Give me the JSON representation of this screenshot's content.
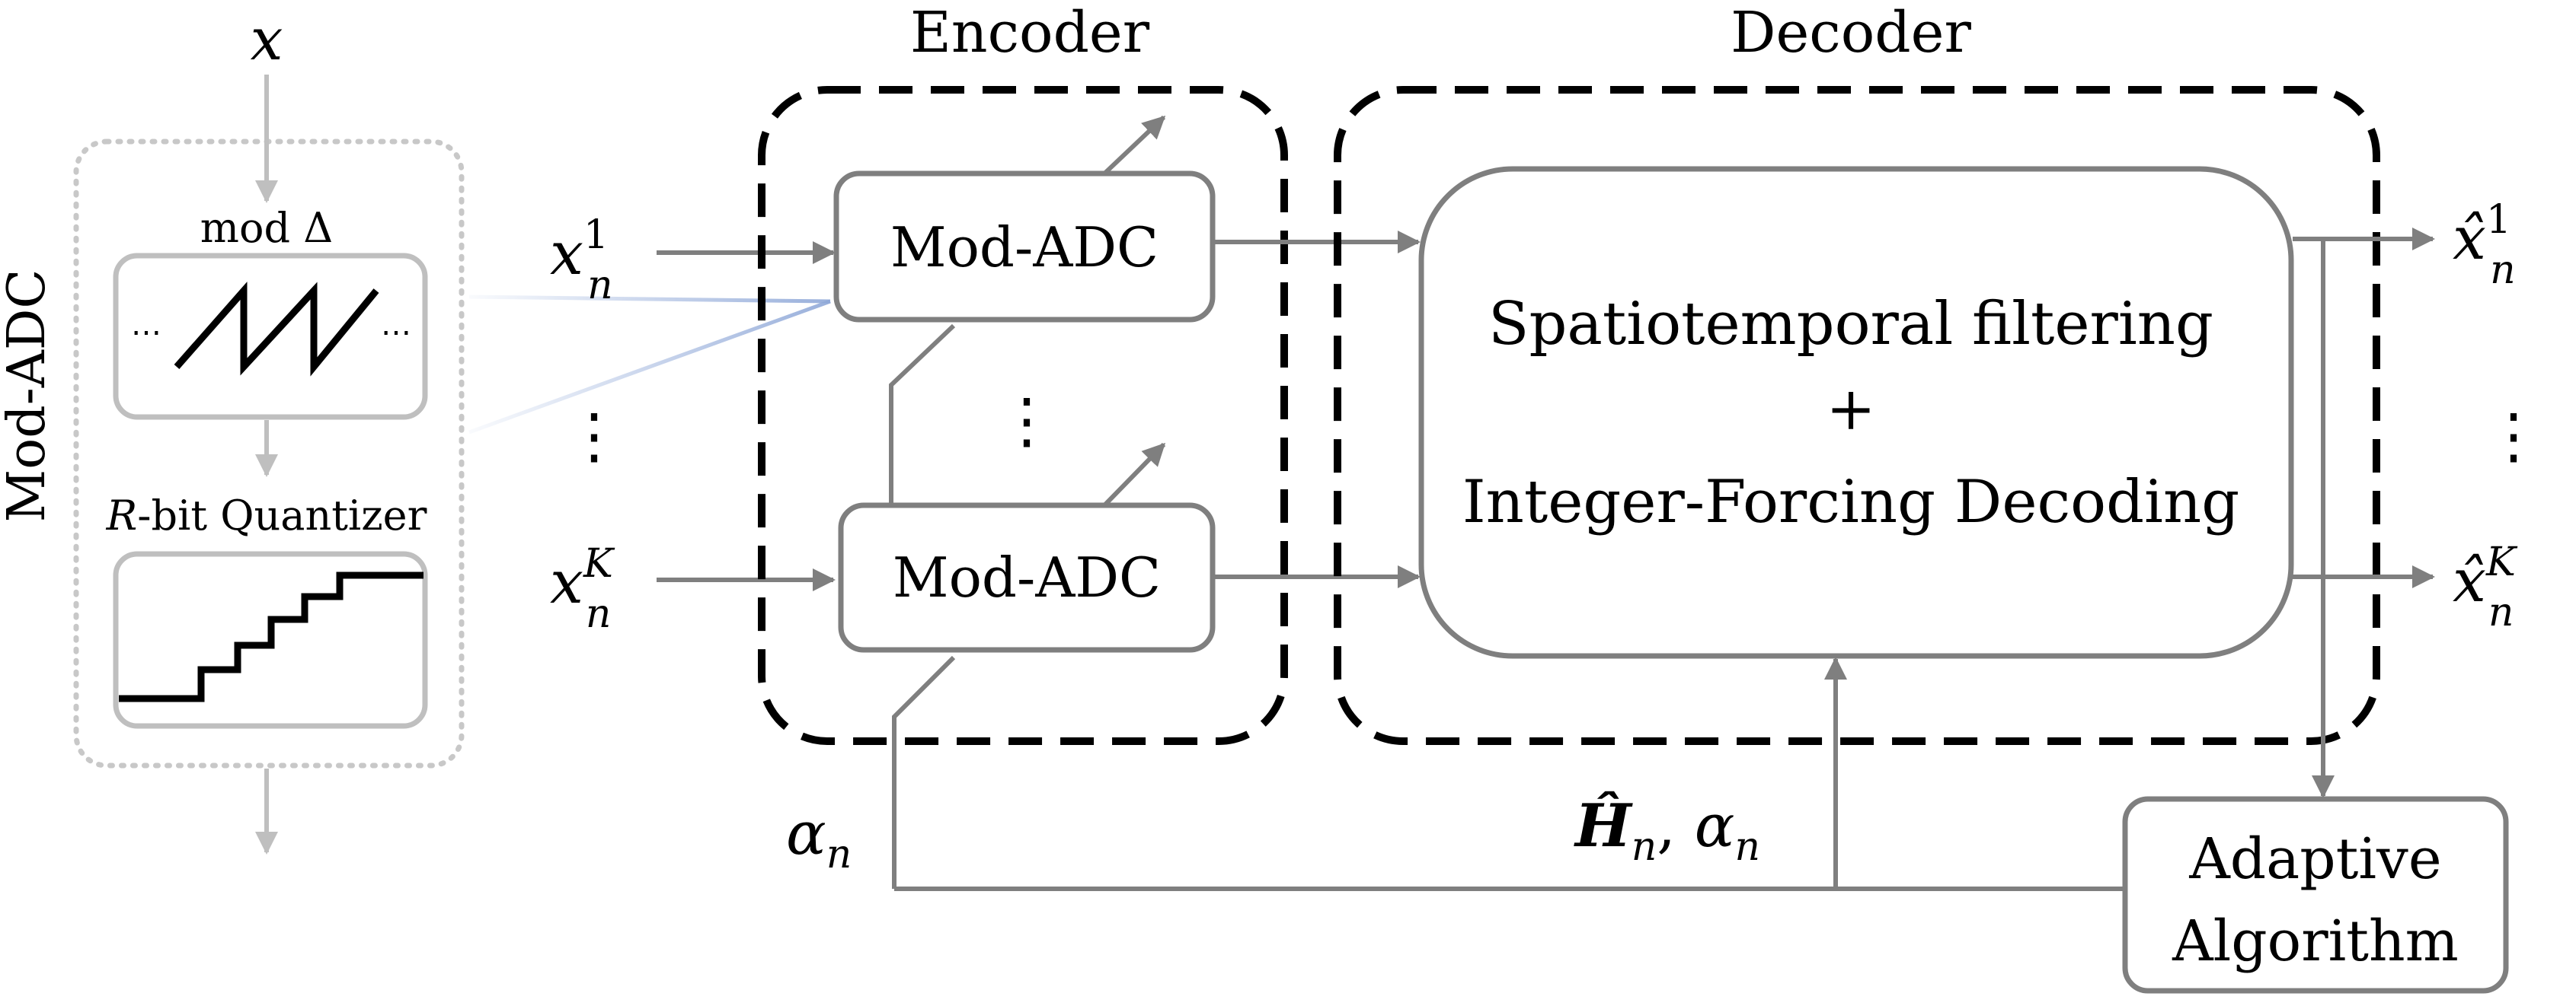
{
  "inset": {
    "input_label": "x",
    "side_label": "Mod-ADC",
    "mod_label": "mod Δ",
    "ellipsis": "⋯",
    "quant_label_italic": "R",
    "quant_label_rest": "-bit Quantizer"
  },
  "encoder": {
    "title": "Encoder",
    "block_label": "Mod-ADC",
    "vdots": "⋮"
  },
  "decoder": {
    "title": "Decoder",
    "line1": "Spatiotemporal filtering",
    "line2": "+",
    "line3": "Integer-Forcing Decoding"
  },
  "adaptive": {
    "line1": "Adaptive",
    "line2": "Algorithm"
  },
  "inputs": {
    "base": "x",
    "sub": "n",
    "sup_first": "1",
    "sup_last": "K"
  },
  "outputs": {
    "base": "x̂",
    "sub": "n",
    "sup_first": "1",
    "sup_last": "K"
  },
  "feedback": {
    "alpha": "α",
    "alpha_sub": "n",
    "h_hat": "Ĥ",
    "h_sub": "n",
    "sep": ", ",
    "alpha2": "α",
    "alpha2_sub": "n"
  },
  "colors": {
    "dark_stroke": "#000000",
    "line_gray": "#7f7f7f",
    "light_gray": "#bfbfbf",
    "inset_dotted": "#c8c8c8",
    "blue_connector": "#8fa8d8"
  }
}
